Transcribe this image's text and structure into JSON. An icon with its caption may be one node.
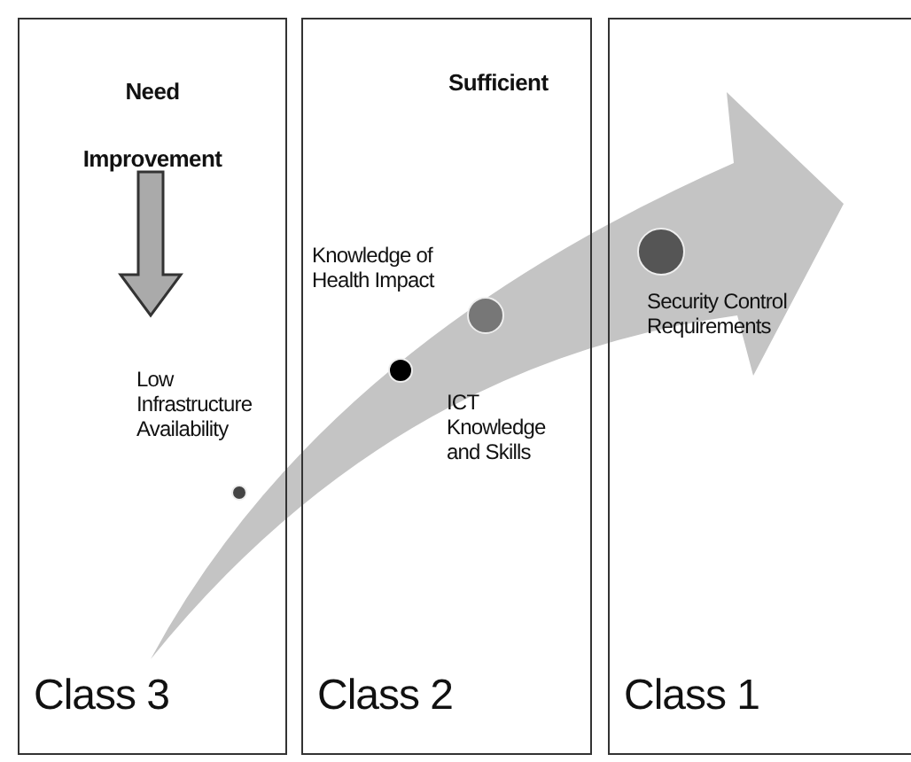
{
  "diagram": {
    "nodes": [
      {
        "text": [
          "Need Improvement",
          "Class 3"
        ]
      },
      {
        "text": [
          "Sufficient",
          "Class 2"
        ]
      },
      {
        "text": [
          "Class 1"
        ]
      }
    ],
    "edges": [
      {
        "from": 0,
        "to": 2,
        "arrow": "to"
      }
    ],
    "labels": [
      "Low Infrastructure Availability",
      "Knowledge of Health Impact",
      "ICT Knowledge and Skills",
      "Security Control Requirements"
    ]
  }
}
